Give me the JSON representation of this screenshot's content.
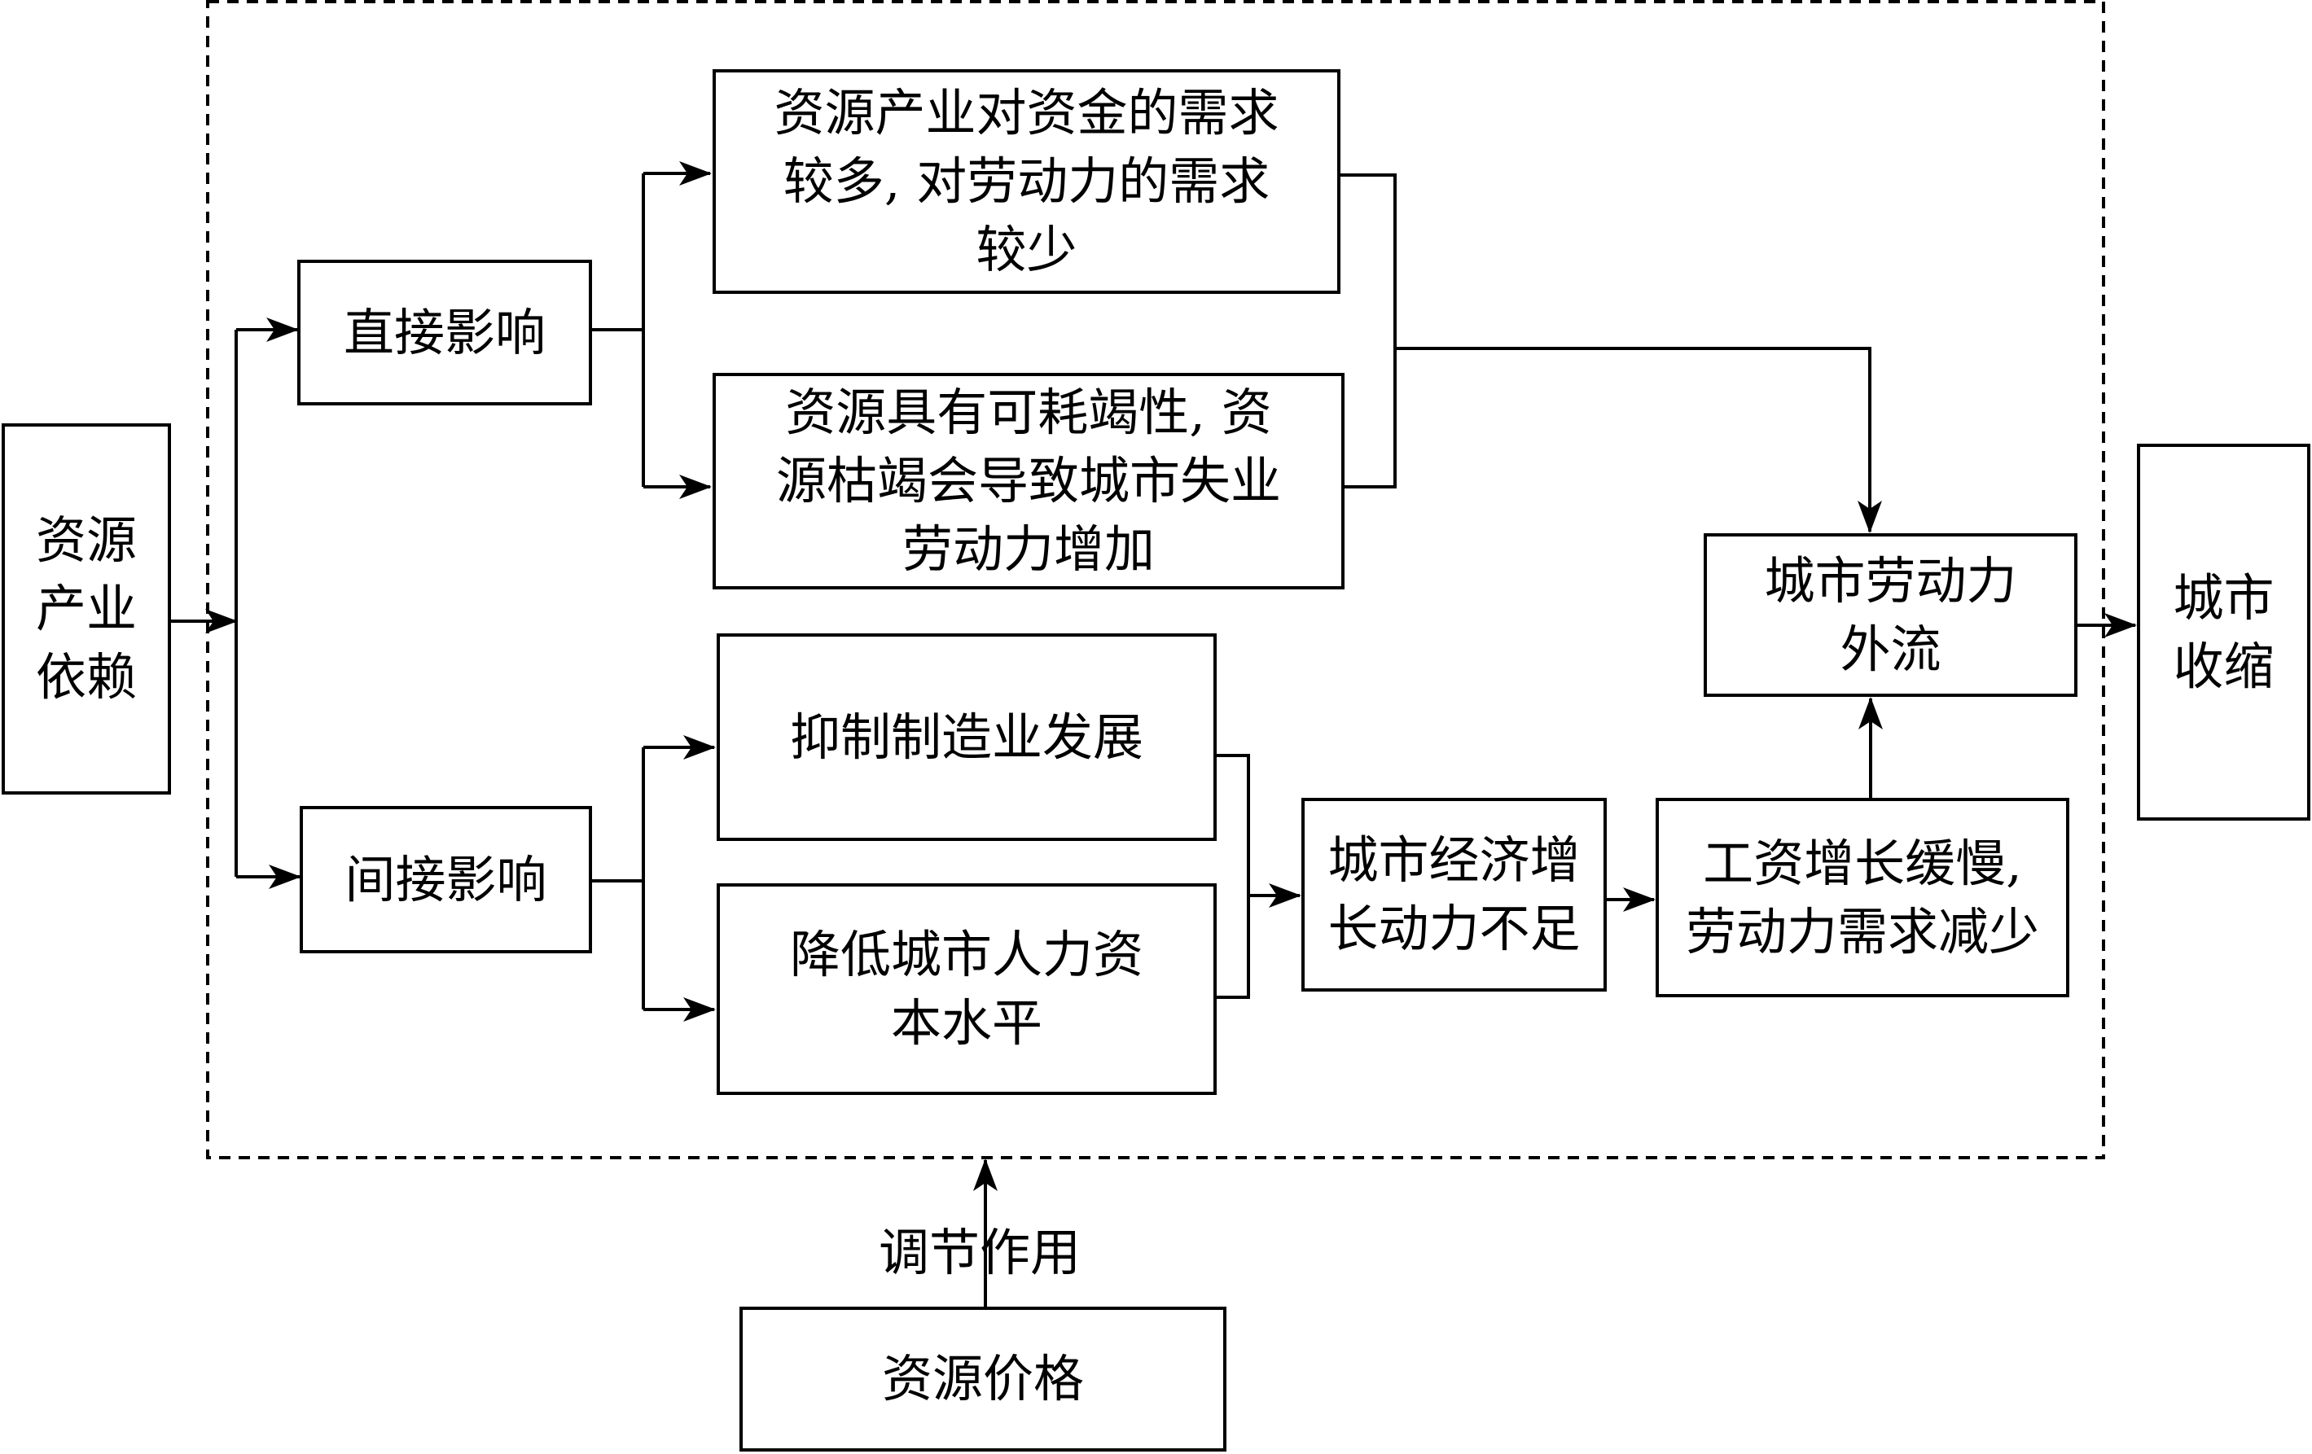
{
  "nodes": {
    "resource_dependence": "资源\n产业\n依赖",
    "direct_effect": "直接影响",
    "indirect_effect": "间接影响",
    "capital_demand": "资源产业对资金的需求\n较多, 对劳动力的需求\n较少",
    "exhaustibility": "资源具有可耗竭性, 资\n源枯竭会导致城市失业\n劳动力增加",
    "inhibit_manufacturing": "抑制制造业发展",
    "lower_human_capital": "降低城市人力资\n本水平",
    "insufficient_growth": "城市经济增\n长动力不足",
    "slow_wage_growth": "工资增长缓慢,\n劳动力需求减少",
    "labor_outflow": "城市劳动力\n外流",
    "urban_shrinkage": "城市\n收缩",
    "resource_price": "资源价格"
  },
  "edge_labels": {
    "moderating_effect": "调节作用"
  }
}
